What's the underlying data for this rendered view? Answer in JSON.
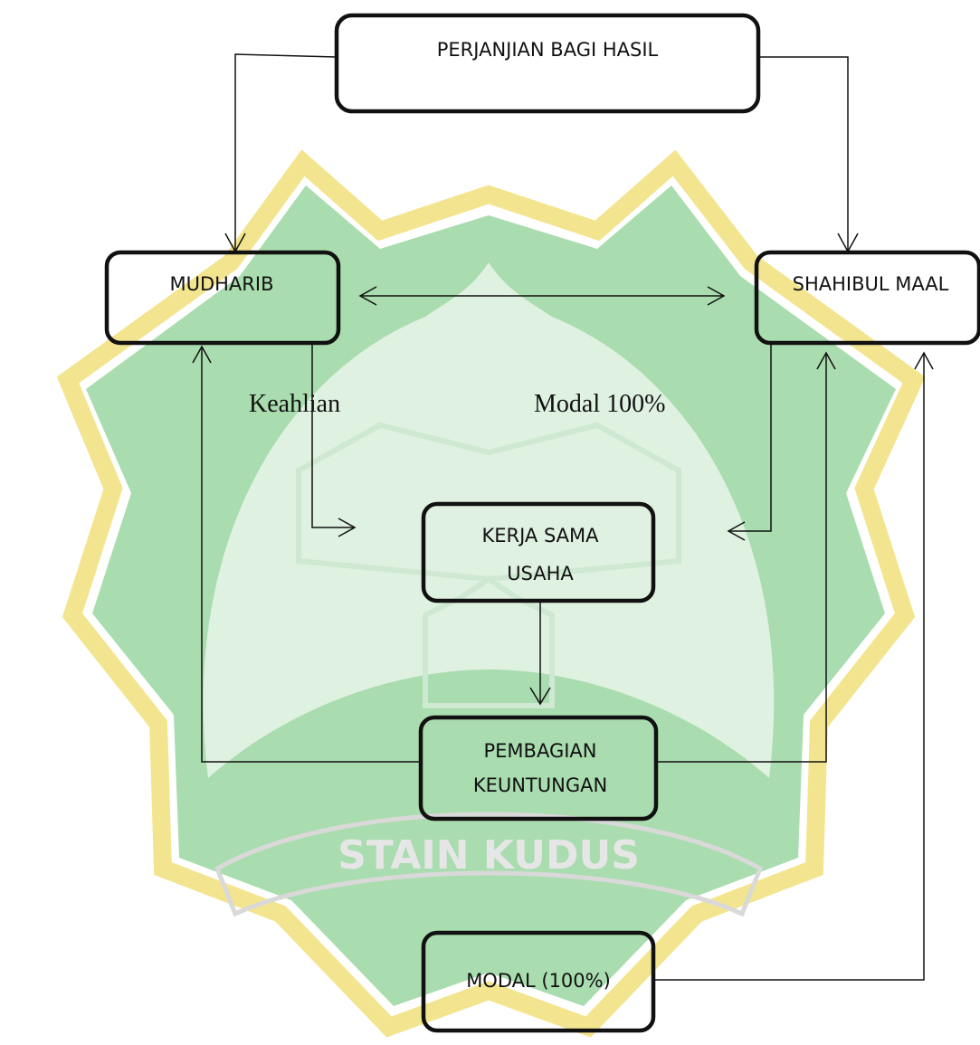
{
  "diagram": {
    "nodes": {
      "perjanjian": "PERJANJIAN BAGI HASIL",
      "mudharib": "MUDHARIB",
      "shahibul": "SHAHIBUL MAAL",
      "kerjasama_line1": "KERJA SAMA",
      "kerjasama_line2": "USAHA",
      "pembagian_line1": "PEMBAGIAN",
      "pembagian_line2": "KEUNTUNGAN",
      "modal": "MODAL (100%)"
    },
    "labels": {
      "keahlian": "Keahlian",
      "modal100": "Modal 100%"
    },
    "watermark": {
      "text": "STAIN KUDUS",
      "colors": {
        "green": "#a9dcae",
        "yellow": "#f3e58f",
        "pale": "#dff1e0"
      }
    }
  }
}
